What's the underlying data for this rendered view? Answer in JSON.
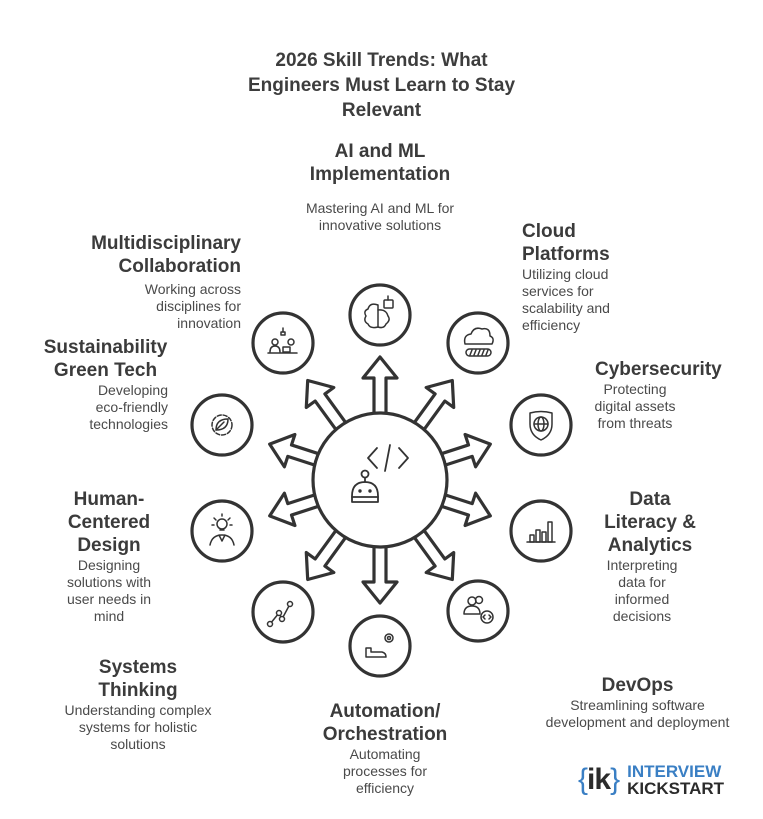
{
  "title": {
    "lines": [
      "2026 Skill Trends: What",
      "Engineers Must Learn to Stay",
      "Relevant"
    ]
  },
  "hub": {
    "icon": "code-robot-icon"
  },
  "nodes": [
    {
      "id": "ai-ml",
      "title": [
        "AI and ML",
        "Implementation"
      ],
      "desc": [
        "Mastering AI and ML for",
        "innovative solutions"
      ],
      "icon": "brain-robot-icon"
    },
    {
      "id": "cloud",
      "title": [
        "Cloud",
        "Platforms"
      ],
      "desc": [
        "Utilizing cloud",
        "services for",
        "scalability and",
        "efficiency"
      ],
      "icon": "cloud-server-icon"
    },
    {
      "id": "cybersecurity",
      "title": [
        "Cybersecurity"
      ],
      "desc": [
        "Protecting",
        "digital assets",
        "from threats"
      ],
      "icon": "shield-globe-icon"
    },
    {
      "id": "data",
      "title": [
        "Data",
        "Literacy &",
        "Analytics"
      ],
      "desc": [
        "Interpreting",
        "data for",
        "informed",
        "decisions"
      ],
      "icon": "bar-chart-icon"
    },
    {
      "id": "devops",
      "title": [
        "DevOps"
      ],
      "desc": [
        "Streamlining software",
        "development and deployment"
      ],
      "icon": "users-code-icon"
    },
    {
      "id": "automation",
      "title": [
        "Automation/",
        "Orchestration"
      ],
      "desc": [
        "Automating",
        "processes for",
        "efficiency"
      ],
      "icon": "gear-conveyor-icon"
    },
    {
      "id": "systems",
      "title": [
        "Systems",
        "Thinking"
      ],
      "desc": [
        "Understanding complex",
        "systems for holistic",
        "solutions"
      ],
      "icon": "network-graph-icon"
    },
    {
      "id": "human",
      "title": [
        "Human-",
        "Centered",
        "Design"
      ],
      "desc": [
        "Designing",
        "solutions with",
        "user needs in",
        "mind"
      ],
      "icon": "lightbulb-person-icon"
    },
    {
      "id": "sustainability",
      "title": [
        "Sustainability",
        "Green Tech"
      ],
      "desc": [
        "Developing",
        "eco-friendly",
        "technologies"
      ],
      "icon": "gear-leaf-icon"
    },
    {
      "id": "multidisciplinary",
      "title": [
        "Multidisciplinary",
        "Collaboration"
      ],
      "desc": [
        "Working across",
        "disciplines for",
        "innovation"
      ],
      "icon": "team-collaboration-icon"
    }
  ],
  "logo": {
    "mark_open": "{",
    "mark_text": "ik",
    "mark_close": "}",
    "line1": "INTERVIEW",
    "line2": "KICKSTART",
    "colors": {
      "blue": "#3a7fc4",
      "dark": "#2b2b2b"
    }
  },
  "colors": {
    "stroke": "#333333",
    "text": "#3b3b3b",
    "background": "#ffffff"
  }
}
